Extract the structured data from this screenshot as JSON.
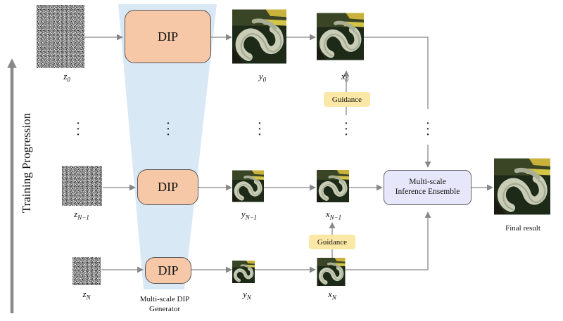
{
  "training_label": "Training Progression",
  "generator_label": "Multi-scale DIP\nGenerator",
  "dip_label": "DIP",
  "rows": [
    {
      "z": "z",
      "z_sub": "0",
      "y": "y",
      "y_sub": "0",
      "x": "x",
      "x_sub": "0"
    },
    {
      "z": "z",
      "z_sub": "N−1",
      "y": "y",
      "y_sub": "N−1",
      "x": "x",
      "x_sub": "N−1"
    },
    {
      "z": "z",
      "z_sub": "N",
      "y": "y",
      "y_sub": "N",
      "x": "x",
      "x_sub": "N"
    }
  ],
  "guidance_label": "Guidance",
  "ensemble_label": "Multi-scale\nInference Ensemble",
  "final_label": "Final result",
  "colors": {
    "dip_fill": "#f6c8a8",
    "generator_band": "#d9e8f5",
    "guidance_fill": "#fce8a6",
    "ensemble_fill": "#e7e7fb",
    "arrow": "#888888"
  }
}
